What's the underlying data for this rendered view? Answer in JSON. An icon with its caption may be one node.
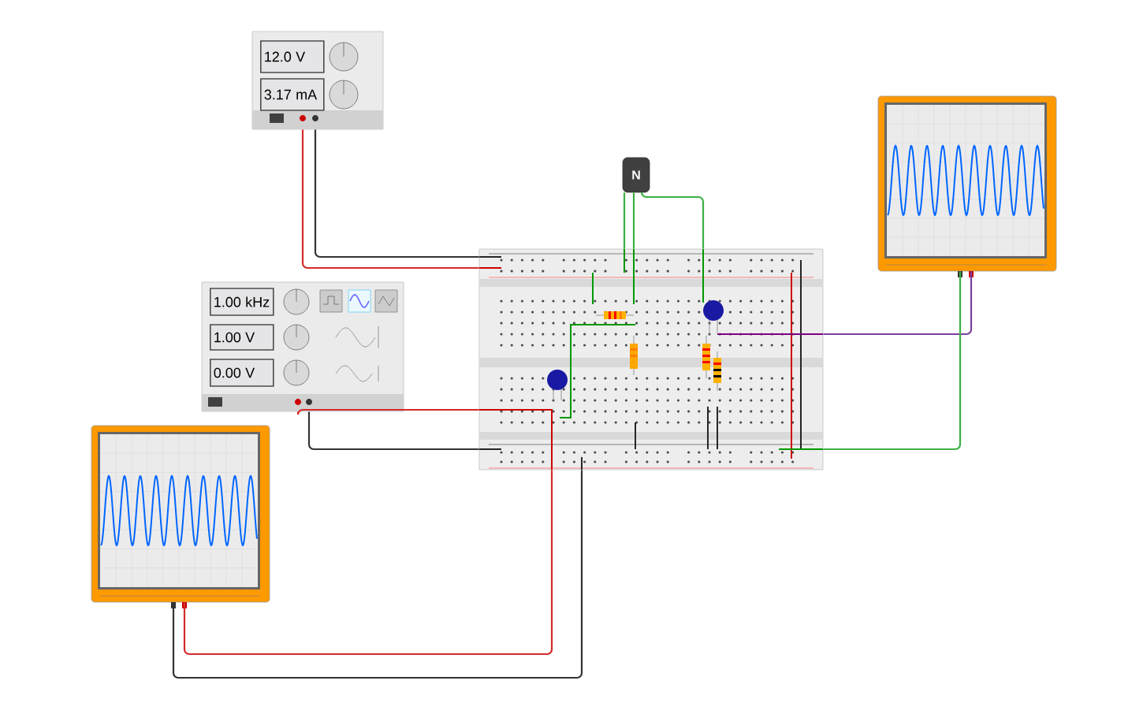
{
  "diagram": {
    "nodes": [
      {
        "text": [
          "12.0 V",
          "3.17 mA"
        ]
      },
      {
        "text": [
          "1.00 kHz",
          "1.00 V",
          "0.00 V"
        ]
      },
      {
        "text": [],
        "shape": "picture"
      },
      {
        "text": [
          "N"
        ]
      },
      {
        "text": [],
        "shape": "picture"
      },
      {
        "text": [],
        "shape": "picture"
      }
    ],
    "edges": [
      {
        "from": 0,
        "to": 2,
        "arrow": "none",
        "color": "#d42a2a"
      },
      {
        "from": 0,
        "to": 2,
        "arrow": "none",
        "color": "#333333"
      },
      {
        "from": 1,
        "to": 2,
        "arrow": "none",
        "color": "#d42a2a"
      },
      {
        "from": 1,
        "to": 2,
        "arrow": "none",
        "color": "#333333"
      },
      {
        "from": 5,
        "to": 2,
        "arrow": "none",
        "color": "#d42a2a"
      },
      {
        "from": 5,
        "to": 2,
        "arrow": "none",
        "color": "#333333"
      },
      {
        "from": 4,
        "to": 2,
        "arrow": "none",
        "color": "#7b3f9e"
      },
      {
        "from": 4,
        "to": 2,
        "arrow": "none",
        "color": "#3cb043"
      },
      {
        "from": 3,
        "to": 2,
        "arrow": "none",
        "color": "#3cb043"
      },
      {
        "from": 3,
        "to": 2,
        "arrow": "none",
        "color": "#3cb043"
      },
      {
        "from": 3,
        "to": 2,
        "arrow": "none",
        "color": "#3cb043"
      }
    ]
  }
}
